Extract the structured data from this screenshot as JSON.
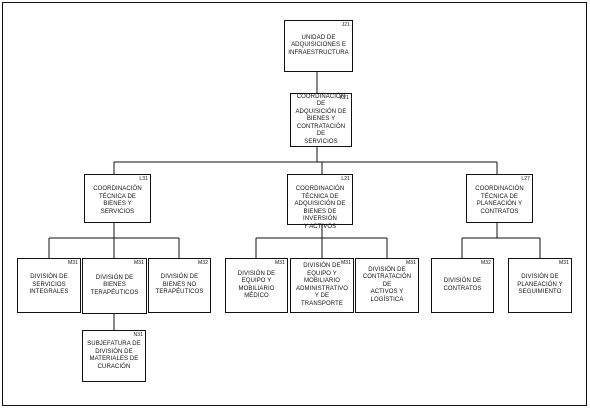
{
  "units": {
    "j21": {
      "code": "J21",
      "name": "UNIDAD DE\nADQUISICIONES E\nINFRAESTRUCTURA"
    },
    "k21": {
      "code": "K21",
      "name": "COORDINACIÓN DE\nADQUISICIÓN DE\nBIENES Y\nCONTRATACIÓN DE\nSERVICIOS"
    },
    "l31": {
      "code": "L31",
      "name": "COORDINACIÓN\nTÉCNICA DE BIENES Y\nSERVICIOS"
    },
    "l21": {
      "code": "L21",
      "name": "COORDINACIÓN\nTÉCNICA DE\nADQUISICIÓN DE\nBIENES DE INVERSIÓN\nY ACTIVOS"
    },
    "l27": {
      "code": "L27",
      "name": "COORDINACIÓN\nTÉCNICA DE\nPLANEACIÓN Y\nCONTRATOS"
    },
    "m31a": {
      "code": "M31",
      "name": "DIVISIÓN DE\nSERVICIOS\nINTEGRALES"
    },
    "m31b": {
      "code": "M31",
      "name": "DIVISIÓN DE\nBIENES TERAPÉUTICOS"
    },
    "m32": {
      "code": "M32",
      "name": "DIVISIÓN DE BIENES NO\nTERAPÉUTICOS"
    },
    "m31c": {
      "code": "M31",
      "name": "DIVISIÓN DE\nEQUIPO Y MOBILIARIO\nMÉDICO"
    },
    "m31d": {
      "code": "M31",
      "name": "DIVISIÓN DE\nEQUIPO Y MOBILIARIO\nADMINISTRATIVO Y DE\nTRANSPORTE"
    },
    "m31e": {
      "code": "M31",
      "name": "DIVISIÓN DE\nCONTRATACIÓN DE\nACTIVOS Y LOGÍSTICA"
    },
    "m32b": {
      "code": "M32",
      "name": "DIVISIÓN DE\nCONTRATOS"
    },
    "m31f": {
      "code": "M31",
      "name": "DIVISIÓN DE\nPLANEACIÓN Y\nSEGUIMIENTO"
    },
    "n31": {
      "code": "N31",
      "name": "SUBJEFATURA DE\nDIVISIÓN DE\nMATERIALES DE\nCURACIÓN"
    }
  }
}
